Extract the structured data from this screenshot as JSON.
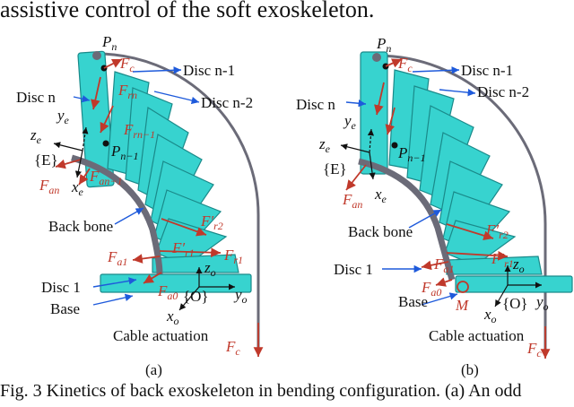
{
  "header_text": "assistive control of the soft exoskeleton.",
  "caption": "Fig. 3 Kinetics of back exoskeleton in bending configuration. (a) An odd",
  "colors": {
    "disc": "#37d3cf",
    "disc_edge": "#1a8a8a",
    "backbone": "#6b6b78",
    "force": "#c0392b",
    "pointer": "#1e5adb"
  },
  "panel_a": {
    "label": "(a)",
    "labels": {
      "pn": "P",
      "pn_sub": "n",
      "fc_top": "F",
      "fc_top_sub": "c",
      "disc_n1": "Disc n-1",
      "disc_n": "Disc n",
      "disc_n2": "Disc n-2",
      "frn": "F",
      "frn_sub": "rn",
      "frn1": "F",
      "frn1_sub": "rn−1",
      "pn1": "P",
      "pn1_sub": "n−1",
      "ze": "z",
      "ze_sub": "e",
      "ye": "y",
      "ye_sub": "e",
      "xe": "x",
      "xe_sub": "e",
      "frame_e": "{E}",
      "fan": "F",
      "fan_sub": "an",
      "fan1": "F",
      "fan1_sub": "an−1",
      "backbone": "Back bone",
      "fr2": "F′",
      "fr2_sub": "r2",
      "fa1": "F",
      "fa1_sub": "a1",
      "fr1p": "F′",
      "fr1p_sub": "r1",
      "fr1": "F",
      "fr1_sub": "r1",
      "zo": "z",
      "zo_sub": "o",
      "disc1": "Disc 1",
      "fa0": "F",
      "fa0_sub": "a0",
      "frame_o": "{O}",
      "yo": "y",
      "yo_sub": "o",
      "base": "Base",
      "xo": "x",
      "xo_sub": "o",
      "cable": "Cable actuation",
      "fc_bot": "F",
      "fc_bot_sub": "c"
    }
  },
  "panel_b": {
    "label": "(b)",
    "labels": {
      "pn": "P",
      "pn_sub": "n",
      "fc_top": "F",
      "fc_top_sub": "c",
      "disc_n1": "Disc n-1",
      "disc_n": "Disc n",
      "disc_n2": "Disc n-2",
      "ze": "z",
      "ze_sub": "e",
      "ye": "y",
      "ye_sub": "e",
      "xe": "x",
      "xe_sub": "e",
      "pn1": "P",
      "pn1_sub": "n−1",
      "frame_e": "{E}",
      "fan": "F",
      "fan_sub": "an",
      "backbone": "Back bone",
      "fr2": "F′",
      "fr2_sub": "r2",
      "disc1": "Disc 1",
      "fa1": "F",
      "fa1_sub": "a1",
      "fr1p": "F′",
      "fr1p_sub": "r1",
      "zo": "z",
      "zo_sub": "o",
      "fa0": "F",
      "fa0_sub": "a0",
      "m": "M",
      "base": "Base",
      "xo": "x",
      "xo_sub": "o",
      "frame_o": "{O}",
      "yo": "y",
      "yo_sub": "o",
      "cable": "Cable actuation",
      "fc_bot": "F",
      "fc_bot_sub": "c"
    }
  }
}
